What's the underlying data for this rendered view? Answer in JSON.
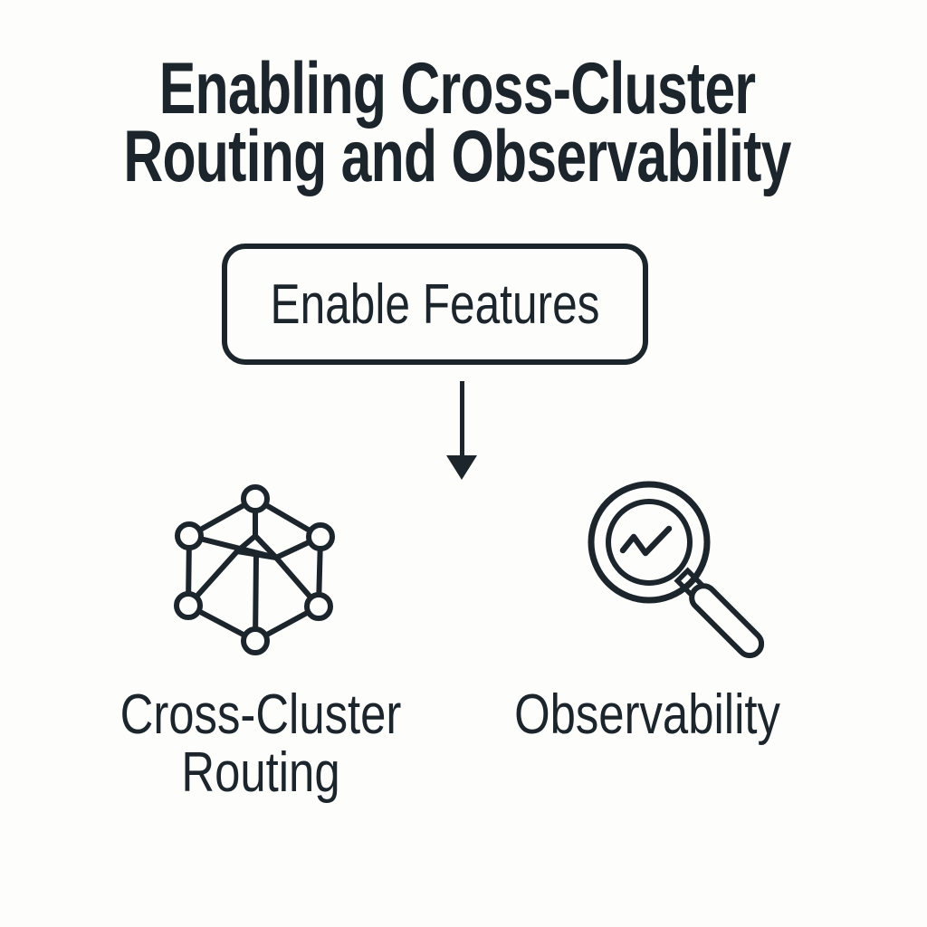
{
  "theme": {
    "background": "#fdfdfc",
    "ink": "#1c252c"
  },
  "title": {
    "line1": "Enabling Cross-Cluster",
    "line2": "Routing and Observability"
  },
  "action_button": {
    "label": "Enable Features"
  },
  "arrow": {
    "direction": "down"
  },
  "features": [
    {
      "icon": "network-cluster-icon",
      "label_line1": "Cross-Cluster",
      "label_line2": "Routing"
    },
    {
      "icon": "magnifying-glass-chart-icon",
      "label": "Observability"
    }
  ]
}
